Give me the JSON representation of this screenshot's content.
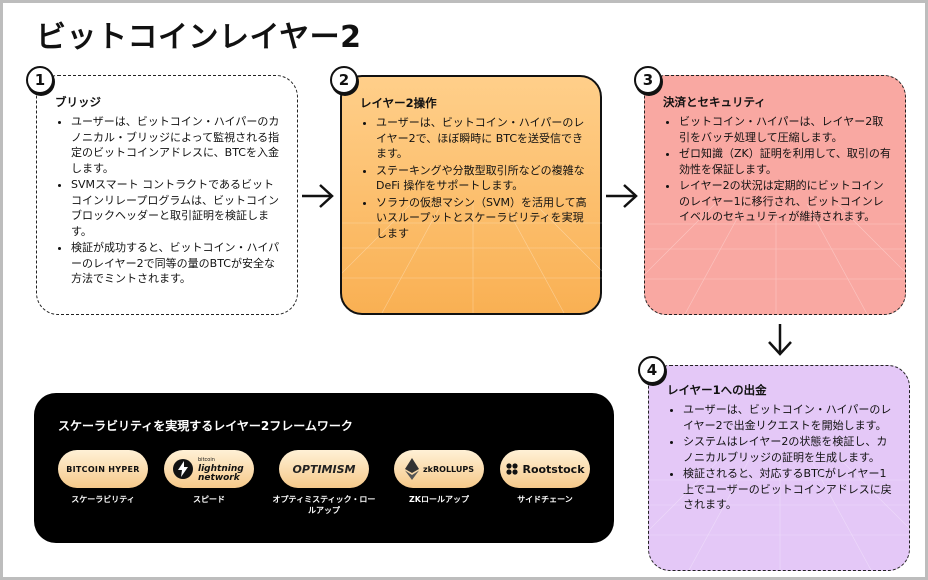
{
  "title": "ビットコインレイヤー2",
  "steps": [
    {
      "number": "1",
      "title": "ブリッジ",
      "items": [
        "ユーザーは、ビットコイン・ハイパーのカノニカル・ブリッジによって監視される指定のビットコインアドレスに、BTCを入金します。",
        "SVMスマート コントラクトであるビットコインリレープログラムは、ビットコインブロックヘッダーと取引証明を検証します。",
        "検証が成功すると、ビットコイン・ハイパーのレイヤー2で同等の量のBTCが安全な方法でミントされます。"
      ]
    },
    {
      "number": "2",
      "title": "レイヤー2操作",
      "items": [
        "ユーザーは、ビットコイン・ハイパーのレイヤー2で、ほぼ瞬時に BTCを送受信できます。",
        "ステーキングや分散型取引所などの複雑なDeFi 操作をサポートします。",
        "ソラナの仮想マシン（SVM）を活用して高いスループットとスケーラビリティを実現します"
      ]
    },
    {
      "number": "3",
      "title": "決済とセキュリティ",
      "items": [
        "ビットコイン・ハイパーは、レイヤー2取引をバッチ処理して圧縮します。",
        "ゼロ知識（ZK）証明を利用して、取引の有効性を保証します。",
        "レイヤー2の状況は定期的にビットコインのレイヤー1に移行され、ビットコインレイベルのセキュリティが維持されます。"
      ]
    },
    {
      "number": "4",
      "title": "レイヤー1への出金",
      "items": [
        "ユーザーは、ビットコイン・ハイパーのレイヤー2で出金リクエストを開始します。",
        "システムはレイヤー2の状態を検証し、カノニカルブリッジの証明を生成します。",
        "検証されると、対応するBTCがレイヤー1上でユーザーのビットコインアドレスに戻されます。"
      ]
    }
  ],
  "frameworks": {
    "title": "スケーラビリティを実現するレイヤー2フレームワーク",
    "items": [
      {
        "logo": "BITCOIN HYPER",
        "label": "スケーラビリティ",
        "icon": "bitcoin-hyper-logo"
      },
      {
        "logo_top": "bitcoin",
        "logo": "lightning network",
        "label": "スピード",
        "icon": "lightning-bolt-icon"
      },
      {
        "logo": "OPTIMISM",
        "label": "オプティミスティック・ロールアップ",
        "icon": "optimism-logo"
      },
      {
        "logo": "zkROLLUPS",
        "label": "ZKロールアップ",
        "icon": "ethereum-diamond-icon"
      },
      {
        "logo": "Rootstock",
        "label": "サイドチェーン",
        "icon": "rootstock-logo"
      }
    ]
  },
  "colors": {
    "step1": "#ffffff",
    "step2": "#f9b053",
    "step3": "#f9a8a2",
    "step4": "#e4c8f7",
    "panel": "#000000",
    "pill": "#f6c98a"
  }
}
